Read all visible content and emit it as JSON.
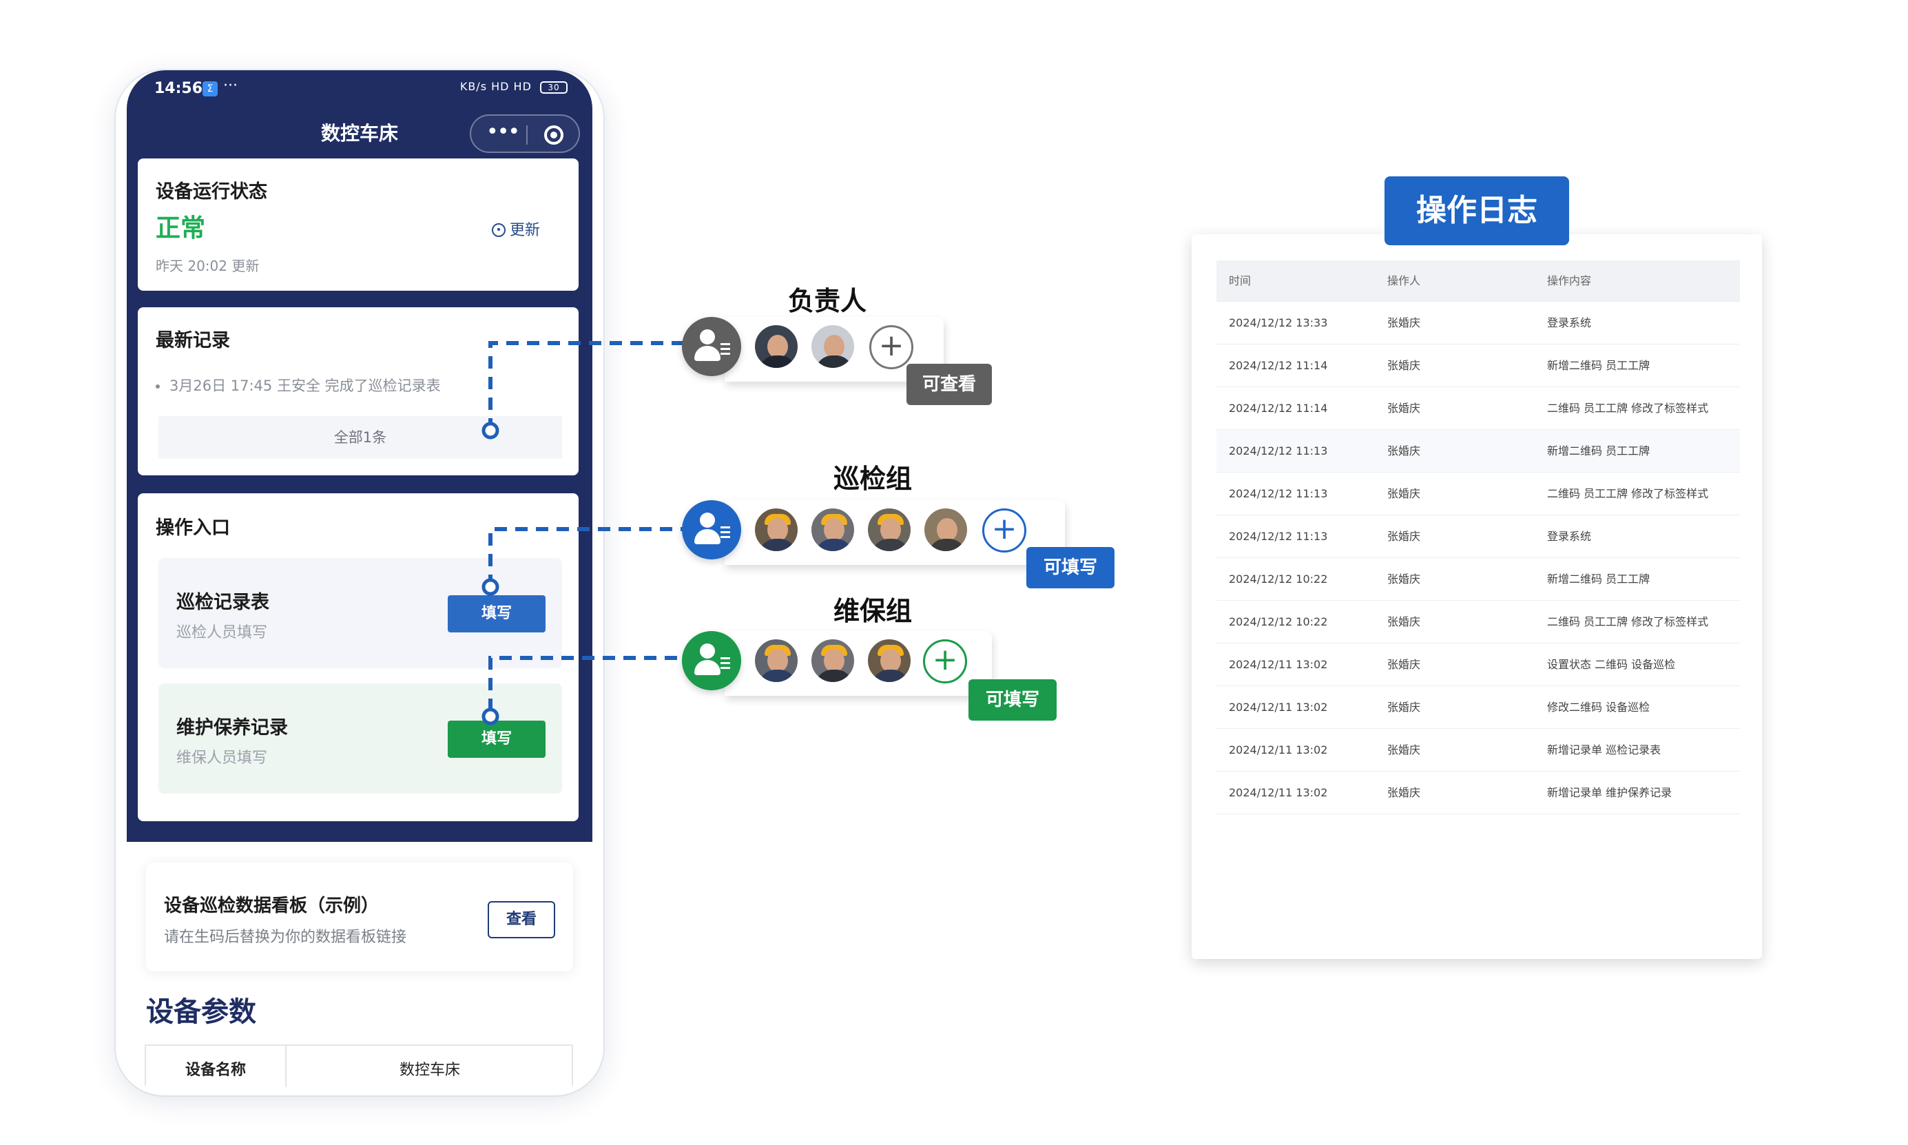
{
  "phone": {
    "status_bar": {
      "time": "14:56",
      "app_badge": "Σ",
      "dots": "···",
      "signals": "KB/s HD HD",
      "battery": "30"
    },
    "nav_title": "数控车床",
    "status_card": {
      "title": "设备运行状态",
      "value": "正常",
      "value_color": "#1fae55",
      "update_label": "更新",
      "updated_time": "昨天 20:02 更新"
    },
    "records_card": {
      "title": "最新记录",
      "item": "3月26日 17:45  王安全 完成了巡检记录表",
      "all_label": "全部1条"
    },
    "entry_card": {
      "title": "操作入口",
      "entries": [
        {
          "title": "巡检记录表",
          "subtitle": "巡检人员填写",
          "button": "填写",
          "button_color": "#2c6bc4"
        },
        {
          "title": "维护保养记录",
          "subtitle": "维保人员填写",
          "button": "填写",
          "button_color": "#1a9a4a"
        }
      ]
    },
    "dashboard": {
      "title": "设备巡检数据看板（示例）",
      "subtitle": "请在生码后替换为你的数据看板链接",
      "button": "查看"
    },
    "params": {
      "title": "设备参数",
      "rows": [
        {
          "key": "设备名称",
          "value": "数控车床"
        }
      ]
    }
  },
  "groups": [
    {
      "title": "负责人",
      "icon_color": "#5f5f5f",
      "avatars": 2,
      "permission": "可查看",
      "permission_color": "#5f5f5f"
    },
    {
      "title": "巡检组",
      "icon_color": "#1f66c6",
      "avatars": 4,
      "permission": "可填写",
      "permission_color": "#1f66c6"
    },
    {
      "title": "维保组",
      "icon_color": "#1a9a4a",
      "avatars": 3,
      "permission": "可填写",
      "permission_color": "#1a9a4a"
    }
  ],
  "log": {
    "title": "操作日志",
    "columns": [
      "时间",
      "操作人",
      "操作内容"
    ],
    "rows": [
      [
        "2024/12/12 13:33",
        "张婚庆",
        "登录系统"
      ],
      [
        "2024/12/12 11:14",
        "张婚庆",
        "新增二维码 员工工牌"
      ],
      [
        "2024/12/12 11:14",
        "张婚庆",
        "二维码 员工工牌 修改了标签样式"
      ],
      [
        "2024/12/12 11:13",
        "张婚庆",
        "新增二维码 员工工牌"
      ],
      [
        "2024/12/12 11:13",
        "张婚庆",
        "二维码 员工工牌 修改了标签样式"
      ],
      [
        "2024/12/12 11:13",
        "张婚庆",
        "登录系统"
      ],
      [
        "2024/12/12 10:22",
        "张婚庆",
        "新增二维码 员工工牌"
      ],
      [
        "2024/12/12 10:22",
        "张婚庆",
        "二维码 员工工牌 修改了标签样式"
      ],
      [
        "2024/12/11 13:02",
        "张婚庆",
        "设置状态 二维码 设备巡检"
      ],
      [
        "2024/12/11 13:02",
        "张婚庆",
        "修改二维码 设备巡检"
      ],
      [
        "2024/12/11 13:02",
        "张婚庆",
        "新增记录单 巡检记录表"
      ],
      [
        "2024/12/11 13:02",
        "张婚庆",
        "新增记录单 维护保养记录"
      ]
    ]
  }
}
